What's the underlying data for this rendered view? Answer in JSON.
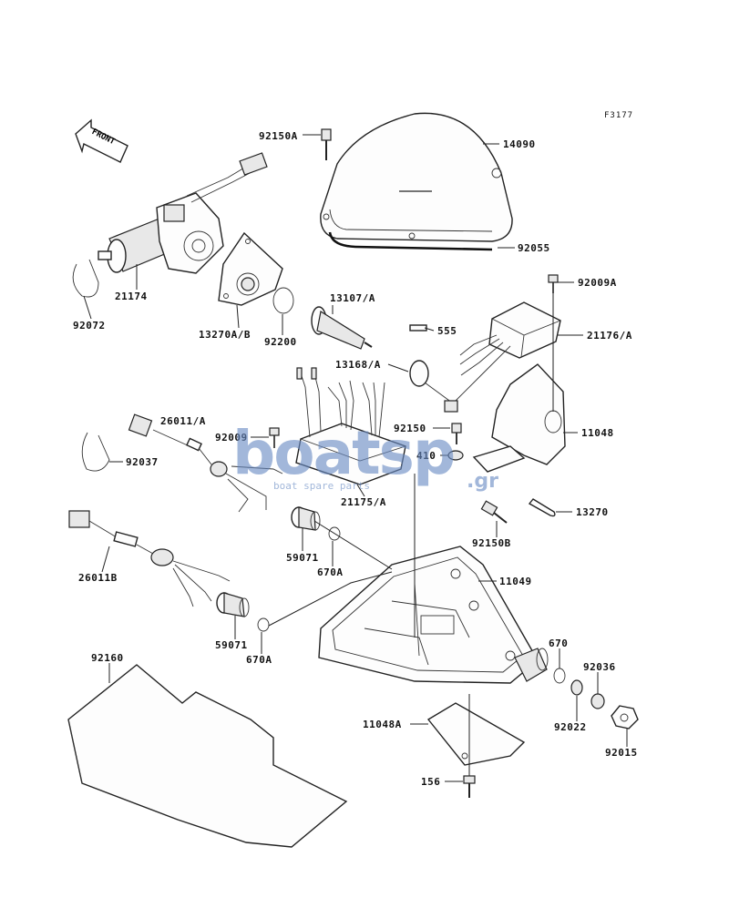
{
  "diagram": {
    "reference_code": "F3177",
    "front_marker": "FRONT",
    "watermark": {
      "brand": "boatsp",
      "suffix": ".gr",
      "tagline": "boat spare parts",
      "color": "#6a8cc4"
    },
    "labels": {
      "l92150A": "92150A",
      "l14090": "14090",
      "l92055": "92055",
      "l21174": "21174",
      "l92072": "92072",
      "l13270AB": "13270A/B",
      "l92200": "92200",
      "l13107A": "13107/A",
      "l555": "555",
      "l92009A": "92009A",
      "l21176A": "21176/A",
      "l13168A": "13168/A",
      "l11048": "11048",
      "l92150": "92150",
      "l410": "410",
      "l26011A": "26011/A",
      "l92009": "92009",
      "l92037": "92037",
      "l21175A": "21175/A",
      "l13270": "13270",
      "l92150B": "92150B",
      "l59071a": "59071",
      "l670Aa": "670A",
      "l26011B": "26011B",
      "l11049": "11049",
      "l59071b": "59071",
      "l670Ab": "670A",
      "l670": "670",
      "l92036": "92036",
      "l92160": "92160",
      "l11048A": "11048A",
      "l92022": "92022",
      "l92015": "92015",
      "l156": "156"
    }
  }
}
